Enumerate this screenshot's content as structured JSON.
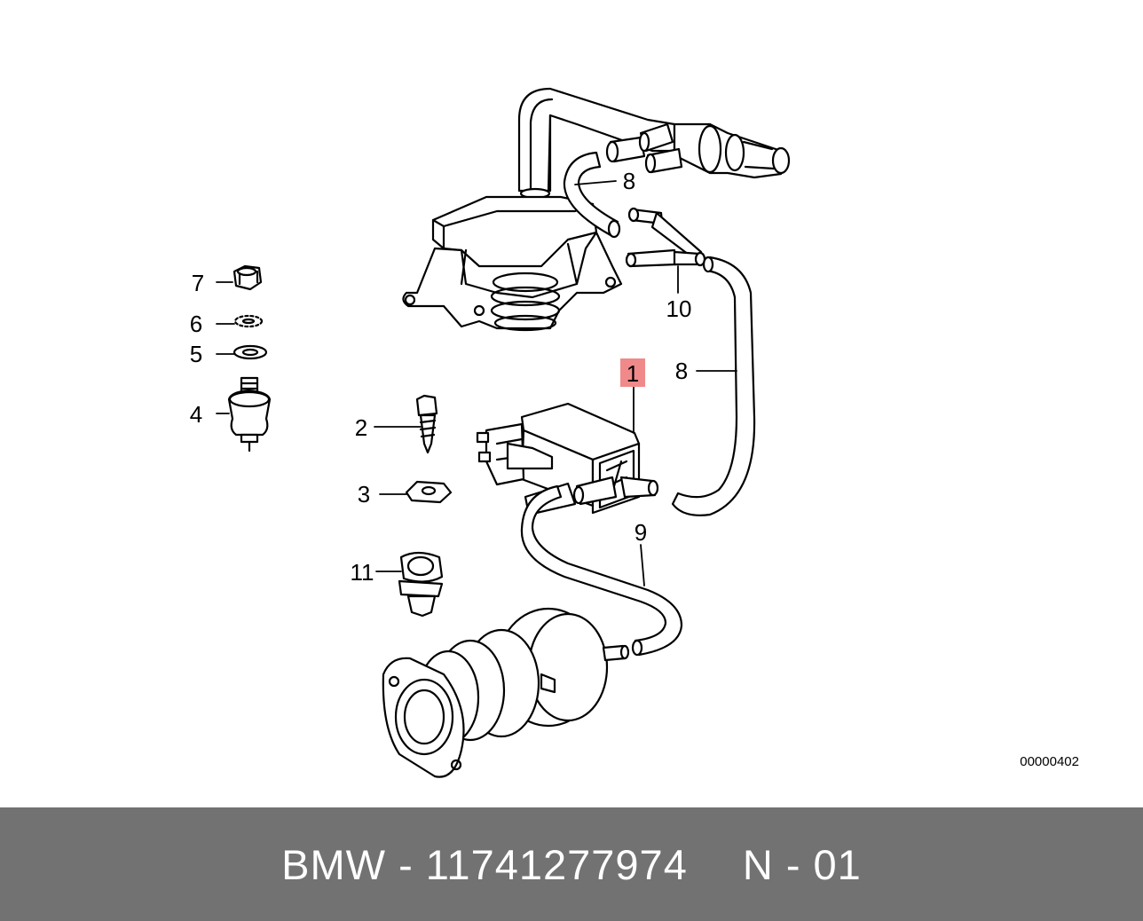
{
  "diagram": {
    "part_labels": {
      "p1": "1",
      "p2": "2",
      "p3": "3",
      "p4": "4",
      "p5": "5",
      "p6": "6",
      "p7": "7",
      "p8a": "8",
      "p8b": "8",
      "p9": "9",
      "p10": "10",
      "p11": "11"
    },
    "highlight_color": "#f08a8a",
    "drawing_number": "00000402"
  },
  "footer": {
    "part_text": "BMW - 11741277974",
    "page_text": "N - 01",
    "background": "#727272"
  }
}
